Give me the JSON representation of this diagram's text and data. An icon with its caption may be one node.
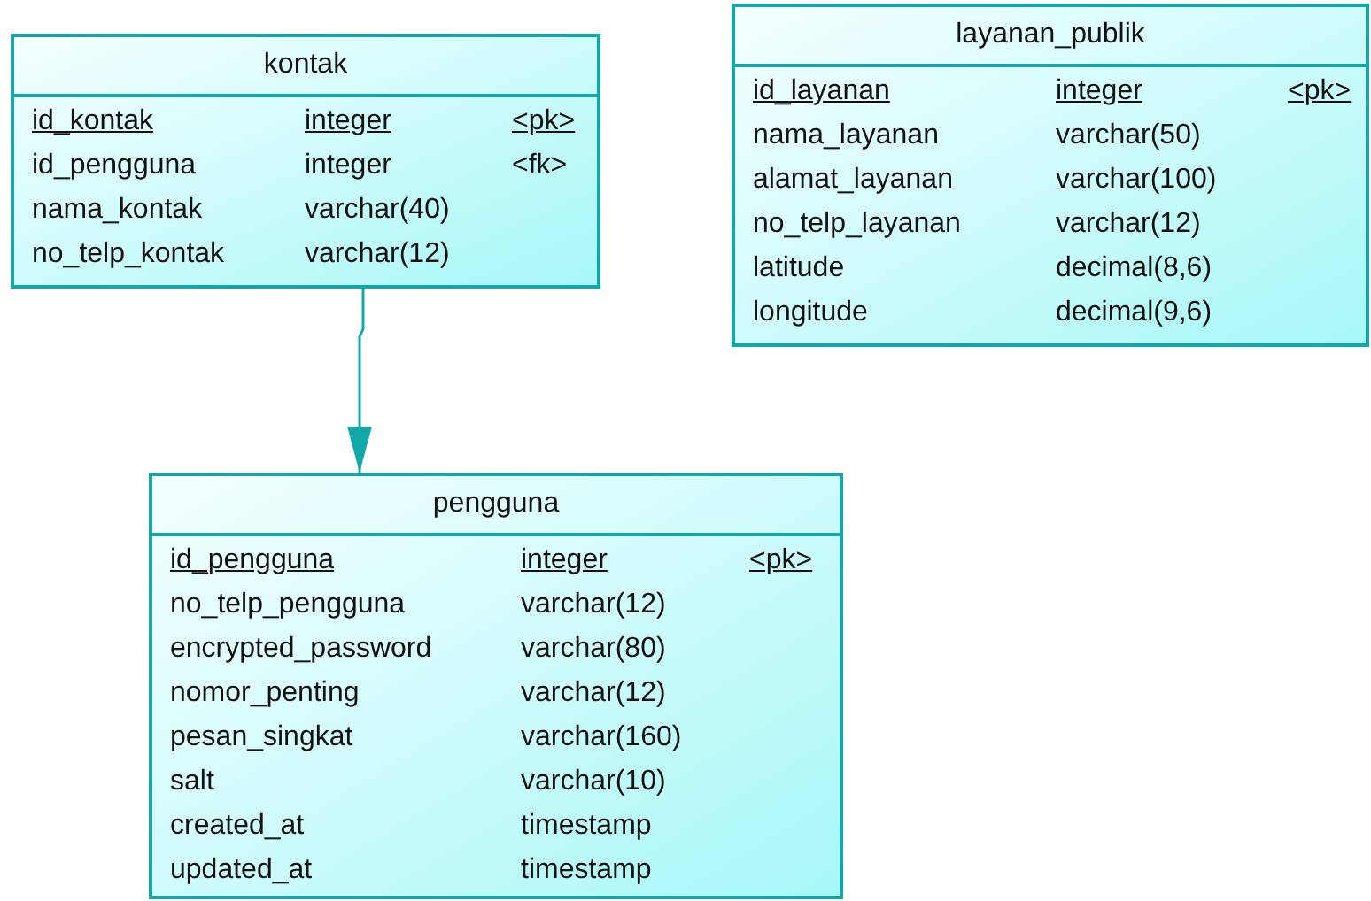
{
  "diagram": {
    "nodes": [
      {
        "text": [
          "kontak"
        ]
      },
      {
        "text": [
          "id_kontak",
          "integer",
          "<pk>"
        ],
        "in": 0
      },
      {
        "text": [
          "id_pengguna",
          "integer",
          "<fk>"
        ],
        "in": 0
      },
      {
        "text": [
          "nama_kontak",
          "varchar(40)"
        ],
        "in": 0
      },
      {
        "text": [
          "no_telp_kontak",
          "varchar(12)"
        ],
        "in": 0
      },
      {
        "text": [
          "layanan_publik"
        ]
      },
      {
        "text": [
          "id_layanan",
          "integer",
          "<pk>"
        ],
        "in": 5
      },
      {
        "text": [
          "nama_layanan",
          "varchar(50)"
        ],
        "in": 5
      },
      {
        "text": [
          "alamat_layanan",
          "varchar(100)"
        ],
        "in": 5
      },
      {
        "text": [
          "no_telp_layanan",
          "varchar(12)"
        ],
        "in": 5
      },
      {
        "text": [
          "latitude",
          "decimal(8,6)"
        ],
        "in": 5
      },
      {
        "text": [
          "longitude",
          "decimal(9,6)"
        ],
        "in": 5
      },
      {
        "text": [
          "pengguna"
        ]
      },
      {
        "text": [
          "id_pengguna",
          "integer",
          "<pk>"
        ],
        "in": 12
      },
      {
        "text": [
          "no_telp_pengguna",
          "varchar(12)"
        ],
        "in": 12
      },
      {
        "text": [
          "encrypted_password",
          "varchar(80)"
        ],
        "in": 12
      },
      {
        "text": [
          "nomor_penting",
          "varchar(12)"
        ],
        "in": 12
      },
      {
        "text": [
          "pesan_singkat",
          "varchar(160)"
        ],
        "in": 12
      },
      {
        "text": [
          "salt",
          "varchar(10)"
        ],
        "in": 12
      },
      {
        "text": [
          "created_at",
          "timestamp"
        ],
        "in": 12
      },
      {
        "text": [
          "updated_at",
          "timestamp"
        ],
        "in": 12
      }
    ],
    "edges": [
      {
        "from": 0,
        "to": 12,
        "arrow": "to"
      }
    ]
  }
}
